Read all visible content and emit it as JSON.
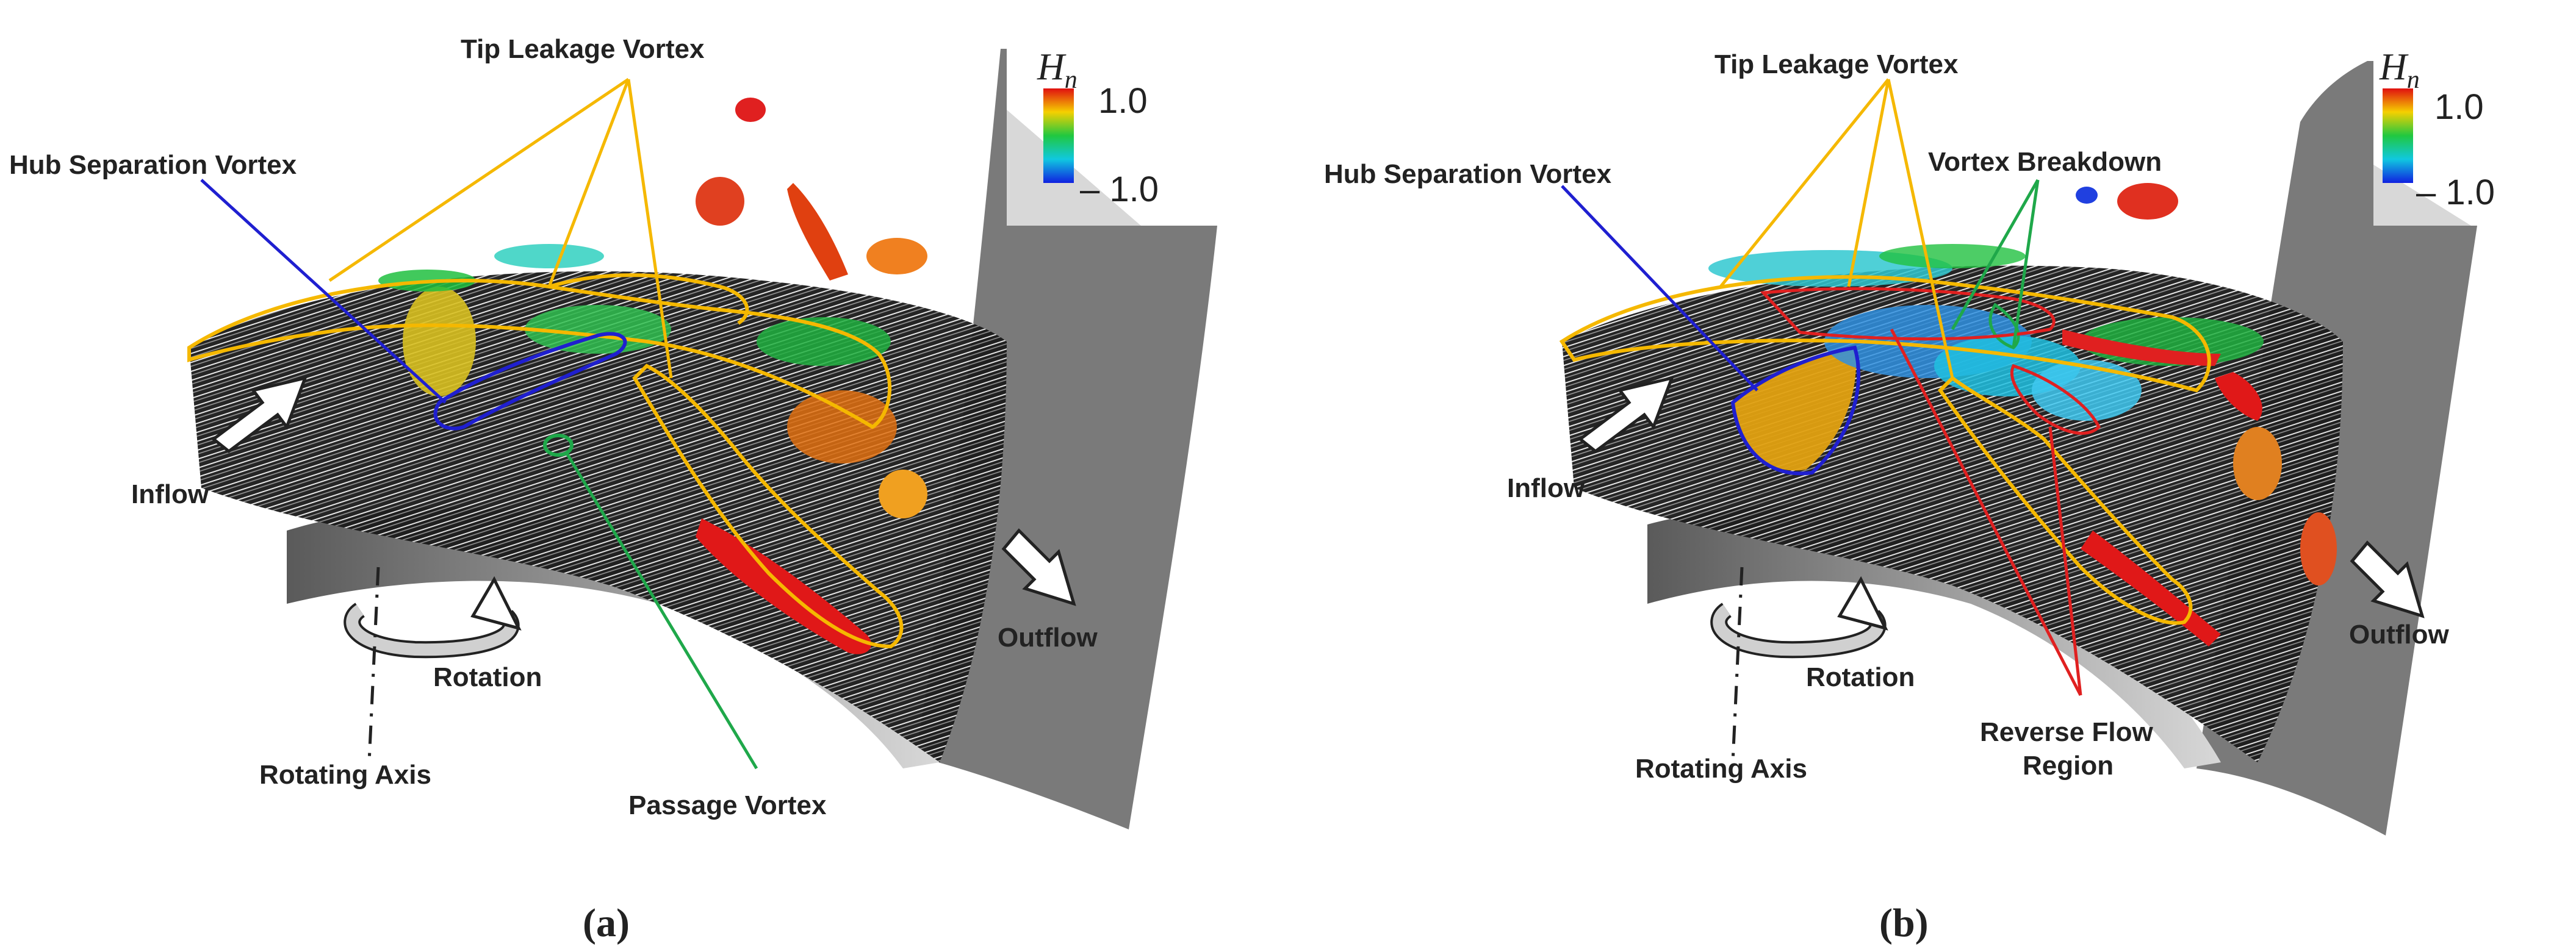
{
  "panels": [
    {
      "id": "a",
      "caption": "(a)",
      "labels": {
        "tip_leakage": "Tip Leakage Vortex",
        "hub_separation": "Hub Separation Vortex",
        "inflow": "Inflow",
        "rotation": "Rotation",
        "rotating_axis": "Rotating Axis",
        "passage_vortex": "Passage Vortex",
        "outflow": "Outflow"
      },
      "colorbar": {
        "symbol_base": "H",
        "symbol_sub": "n",
        "max_label": "1.0",
        "min_label": "– 1.0"
      }
    },
    {
      "id": "b",
      "caption": "(b)",
      "labels": {
        "tip_leakage": "Tip Leakage Vortex",
        "hub_separation": "Hub Separation Vortex",
        "vortex_breakdown": "Vortex Breakdown",
        "inflow": "Inflow",
        "rotation": "Rotation",
        "rotating_axis": "Rotating Axis",
        "reverse_flow_line1": "Reverse Flow",
        "reverse_flow_line2": "Region",
        "outflow": "Outflow"
      },
      "colorbar": {
        "symbol_base": "H",
        "symbol_sub": "n",
        "max_label": "1.0",
        "min_label": "– 1.0"
      }
    }
  ],
  "colors": {
    "tip_leakage": "#F5B800",
    "hub_separation": "#1F1FD0",
    "passage_vortex": "#1FA84A",
    "vortex_breakdown": "#1FA84A",
    "reverse_flow": "#E02020",
    "casing": "#7A7A7A"
  }
}
